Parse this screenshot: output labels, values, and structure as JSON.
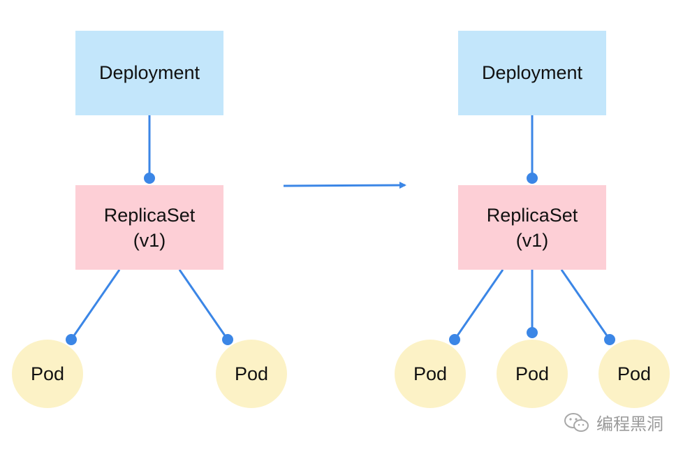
{
  "left": {
    "deployment": "Deployment",
    "replicaset": {
      "line1": "ReplicaSet",
      "line2": "(v1)"
    },
    "pods": [
      "Pod",
      "Pod"
    ]
  },
  "right": {
    "deployment": "Deployment",
    "replicaset": {
      "line1": "ReplicaSet",
      "line2": "(v1)"
    },
    "pods": [
      "Pod",
      "Pod",
      "Pod"
    ]
  },
  "colors": {
    "deployment": "#c3e6fb",
    "replicaset": "#fdcfd6",
    "pod": "#fcf2c6",
    "edge": "#3b86e6"
  },
  "watermark": {
    "text": "编程黑洞",
    "icon": "wechat-icon"
  }
}
